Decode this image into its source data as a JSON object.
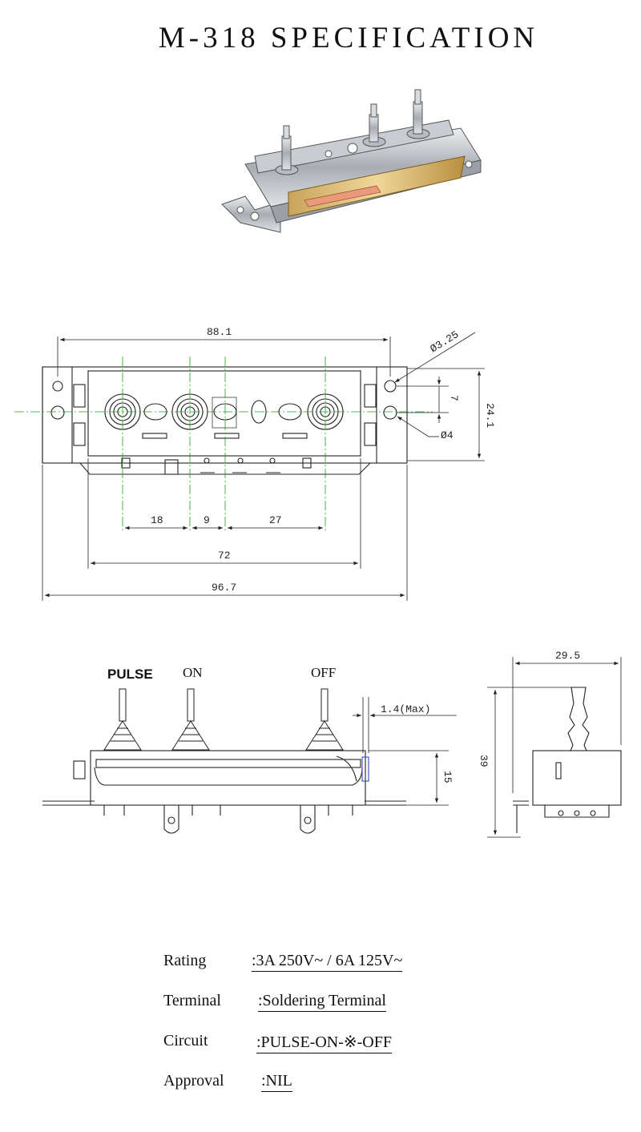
{
  "title": "M-318 SPECIFICATION",
  "front_view": {
    "dims": {
      "overall_width_top": "88.1",
      "hole_diameter": "Ø3.25",
      "hole_pitch": "7",
      "height": "24.1",
      "small_hole": "Ø4",
      "pitch_1": "18",
      "pitch_2": "9",
      "pitch_3": "27",
      "inner_width": "72",
      "overall_width": "96.7"
    }
  },
  "side_view": {
    "labels": {
      "pulse": "PULSE",
      "on": "ON",
      "off": "OFF"
    },
    "dims": {
      "thickness": "1.4(Max)",
      "body_height": "15"
    }
  },
  "end_view": {
    "dims": {
      "depth": "29.5",
      "total_height": "39"
    }
  },
  "specs": [
    {
      "label": "Rating",
      "value": ":3A 250V~ / 6A 125V~"
    },
    {
      "label": "Terminal",
      "value": ":Soldering Terminal"
    },
    {
      "label": "Circuit",
      "value": ":PULSE-ON-※-OFF"
    },
    {
      "label": "Approval",
      "value": ":NIL"
    }
  ]
}
